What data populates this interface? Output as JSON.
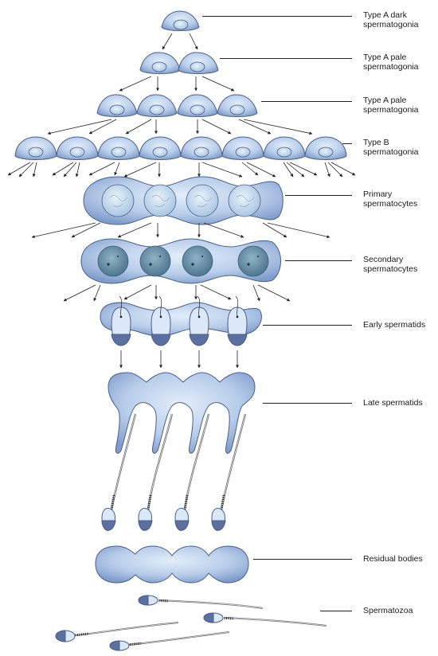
{
  "labels": {
    "type_a_dark": [
      "Type A dark",
      "spermatogonia"
    ],
    "type_a_pale_1": [
      "Type A pale",
      "spermatogonia"
    ],
    "type_a_pale_2": [
      "Type A pale",
      "spermatogonia"
    ],
    "type_b": [
      "Type B",
      "spermatogonia"
    ],
    "primary": [
      "Primary",
      "spermatocytes"
    ],
    "secondary": [
      "Secondary",
      "spermatocytes"
    ],
    "early_spermatids": "Early spermatids",
    "late_spermatids": "Late spermatids",
    "residual_bodies": "Residual bodies",
    "spermatozoa": "Spermatozoa"
  },
  "colors": {
    "cell_light": "#dbe8f7",
    "cell_mid": "#a9c2e8",
    "cell_dark": "#6f8fbf",
    "outline": "#4a5f88",
    "nucleus_secondary": "#6a91a8",
    "acrosome_dark": "#5b6fa1",
    "line": "#222222"
  }
}
